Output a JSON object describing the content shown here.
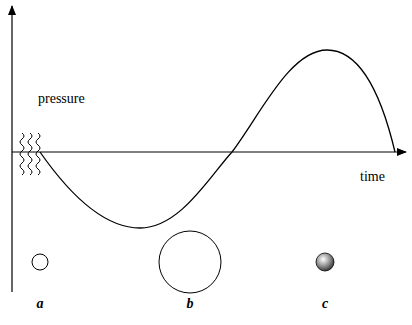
{
  "diagram": {
    "labels": [
      "pressure",
      "time",
      "a",
      "b",
      "c"
    ]
  }
}
